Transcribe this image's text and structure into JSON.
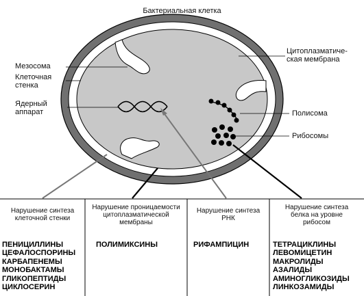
{
  "title": "Бактериальная клетка",
  "labels": {
    "mesosome": "Мезосома",
    "cell_wall": [
      "Клеточная",
      "стенка"
    ],
    "nuclear_apparatus": [
      "Ядерный",
      "аппарат"
    ],
    "cytoplasmic_membrane": [
      "Цитоплазматиче-",
      "ская мембрана"
    ],
    "polysome": "Полисома",
    "ribosomes": "Рибосомы"
  },
  "columns": [
    {
      "header": [
        "Нарушение синтеза",
        "клеточной стенки"
      ],
      "drugs": [
        "ПЕНИЦИЛЛИНЫ",
        "ЦЕФАЛОСПОРИНЫ",
        "КАРБАПЕНЕМЫ",
        "МОНОБАКТАМЫ",
        "ГЛИКОПЕПТИДЫ",
        "ЦИКЛОСЕРИН"
      ]
    },
    {
      "header": [
        "Нарушение проницаемости",
        "цитоплазматической",
        "мембраны"
      ],
      "drugs": [
        "ПОЛИМИКСИНЫ"
      ]
    },
    {
      "header": [
        "Нарушение синтеза",
        "РНК"
      ],
      "drugs": [
        "РИФАМПИЦИН"
      ]
    },
    {
      "header": [
        "Нарушение синтеза",
        "белка на уровне",
        "рибосом"
      ],
      "drugs": [
        "ТЕТРАЦИКЛИНЫ",
        "ЛЕВОМИЦЕТИН",
        "МАКРОЛИДЫ",
        "АЗАЛИДЫ",
        "АМИНОГЛИКОЗИДЫ",
        "ЛИНКОЗАМИДЫ"
      ]
    }
  ],
  "colors": {
    "cell_wall": "#707070",
    "cytoplasm": "#c8c8c8",
    "outline": "#000000"
  }
}
